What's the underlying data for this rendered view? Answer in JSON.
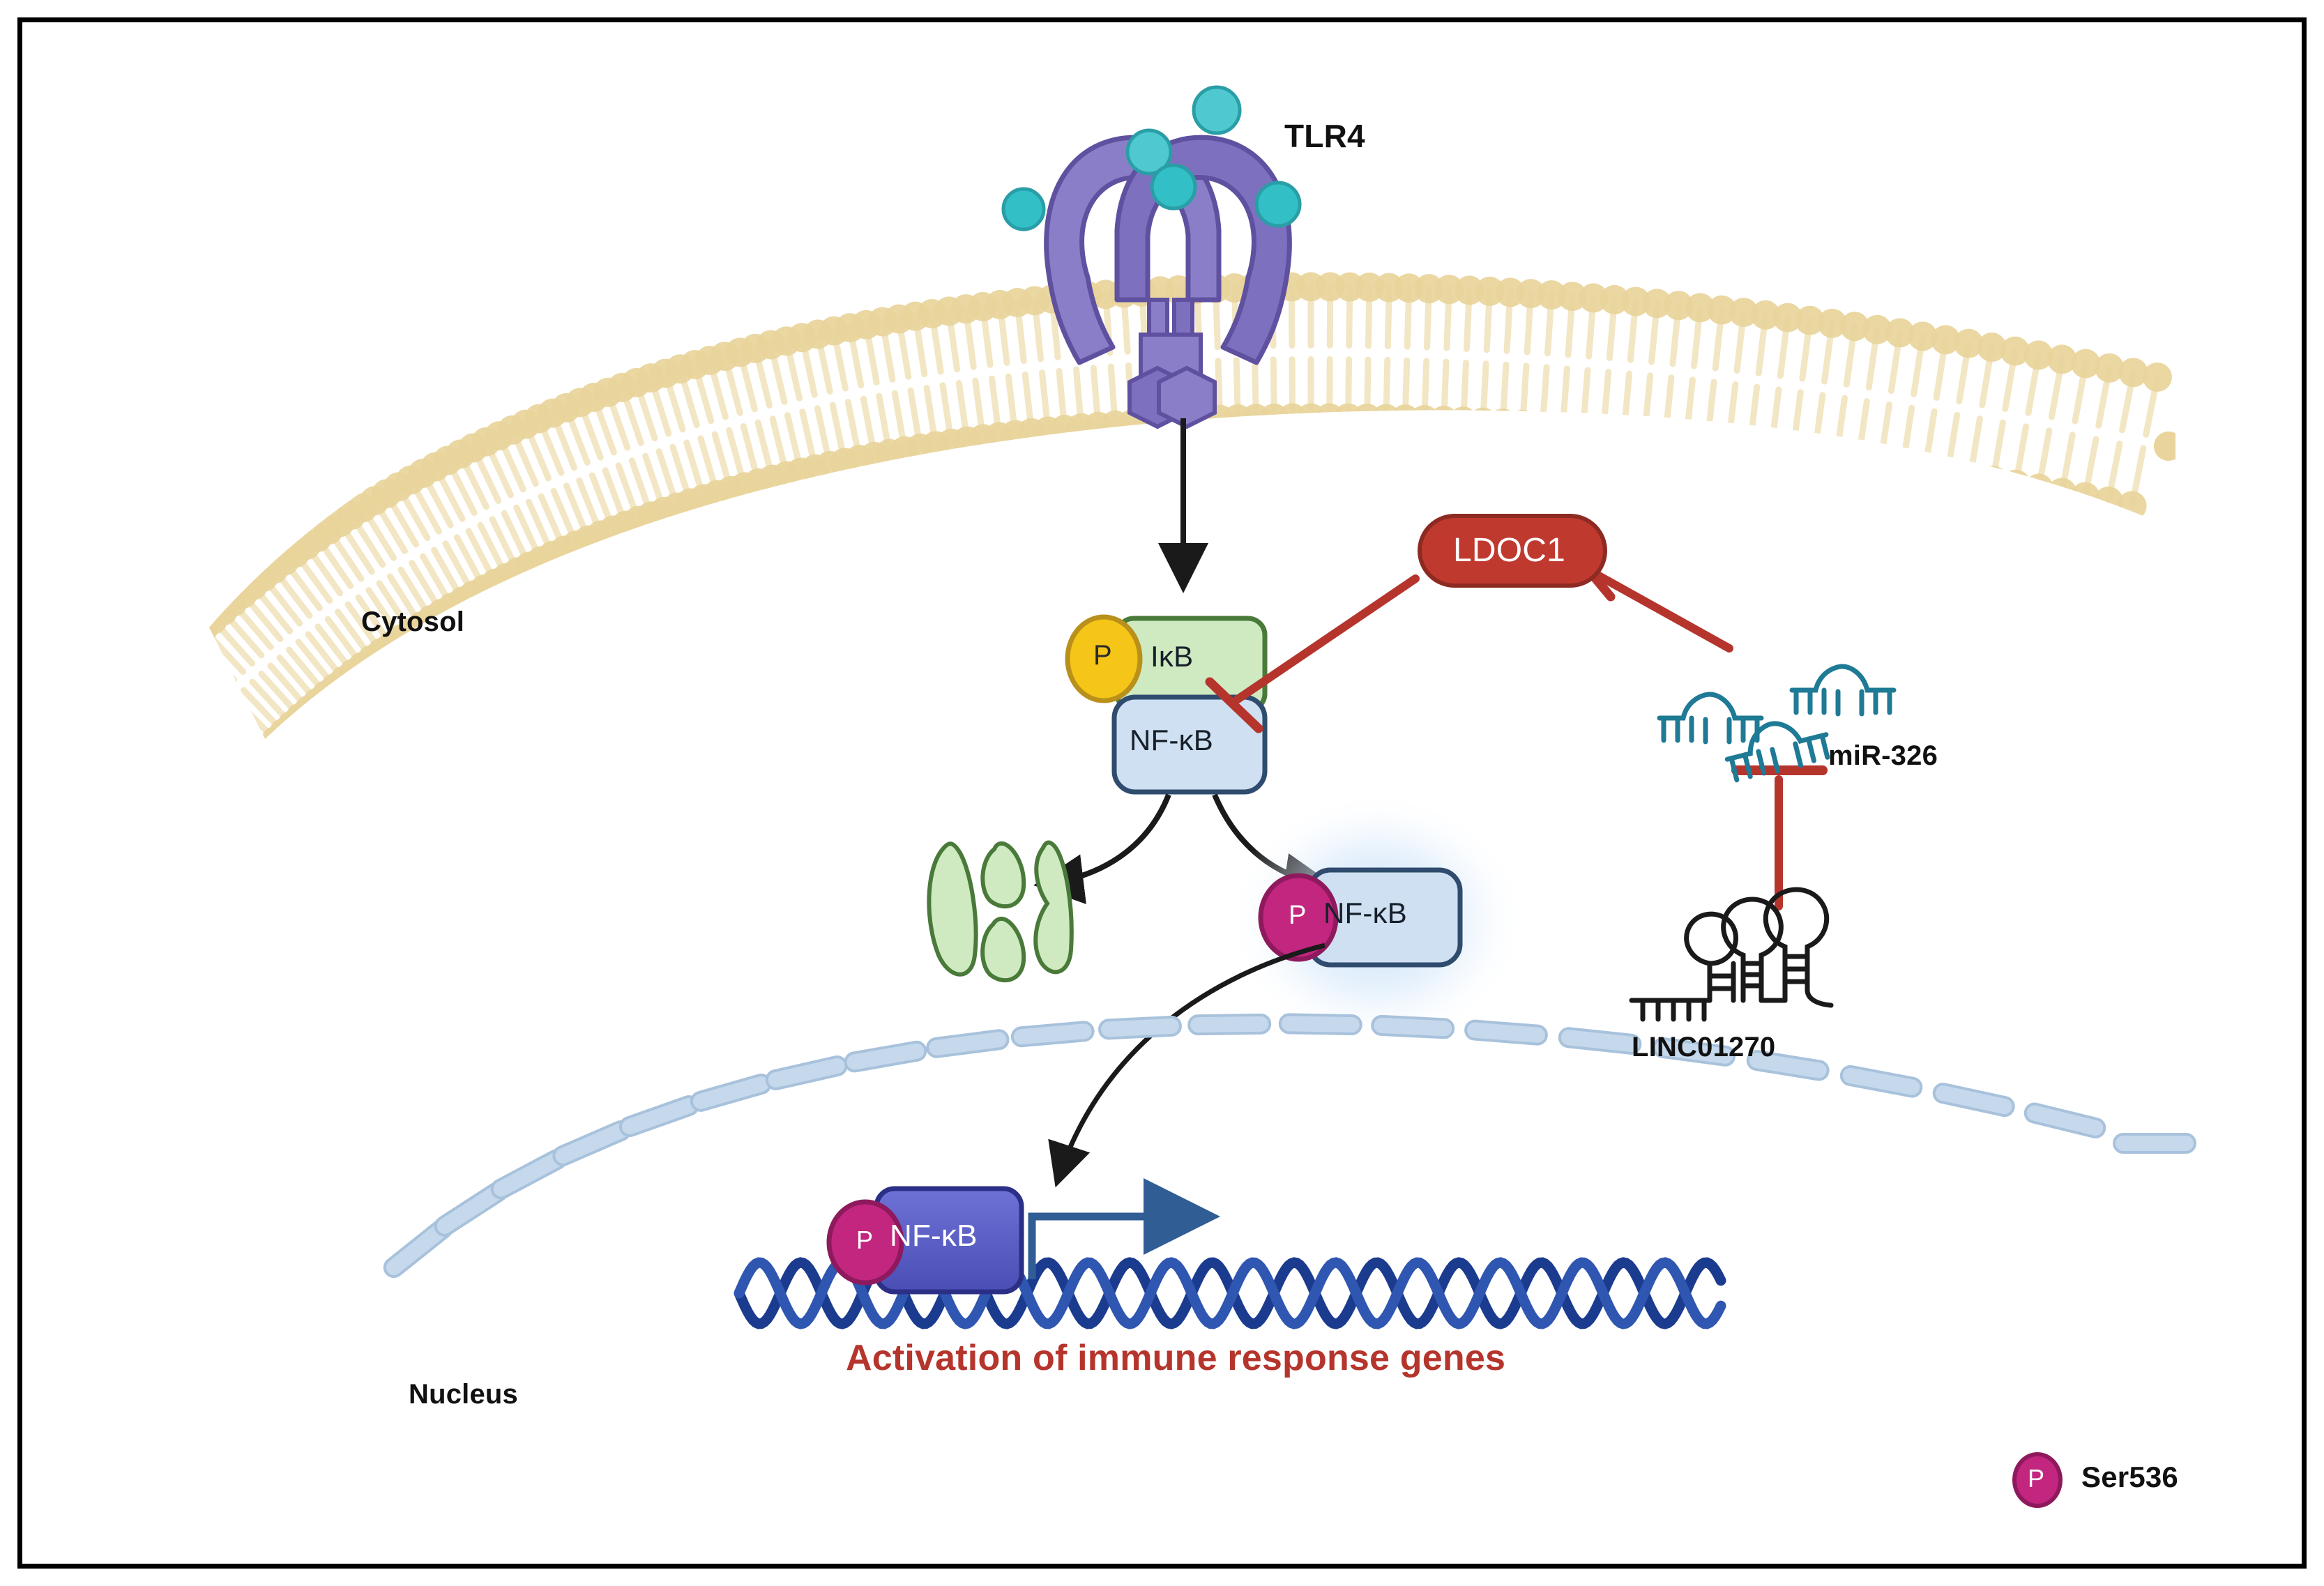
{
  "diagram": {
    "title": "TLR4 / NF-kB signalling with LDOC1, miR-326 and LINC01270",
    "compartments": {
      "cytosol_label": "Cytosol",
      "nucleus_label": "Nucleus"
    },
    "nodes": {
      "tlr4": "TLR4",
      "ikb": "IκB",
      "nfkb_cyto": "NF-κB",
      "nfkb_active": "NF-κB",
      "nfkb_nuclear": "NF-κB",
      "ldoc1": "LDOC1",
      "mir326": "miR-326",
      "linc01270": "LINC01270",
      "phospho_yellow": "P",
      "phospho_magenta_cyto": "P",
      "phospho_magenta_nuc": "P"
    },
    "outcome_text": "Activation of immune response genes",
    "legend": {
      "symbol": "P",
      "label": "Ser536"
    },
    "colors": {
      "ldoc1_fill": "#c0392f",
      "ldoc1_stroke": "#8d2a22",
      "ldoc1_text": "#ffffff",
      "ikb_fill": "#cfeac1",
      "ikb_stroke": "#4a7a3a",
      "nfkb_fill": "#cfe0f2",
      "nfkb_stroke": "#2f4b6e",
      "nfkb_nuclear_fill": "#5b5fc7",
      "nfkb_nuclear_stroke": "#2b2f86",
      "phospho_yellow": "#f5c518",
      "phospho_yellow_stroke": "#b8901a",
      "phospho_magenta": "#c2267f",
      "phospho_magenta_stroke": "#8e1a5d",
      "tlr4_purple": "#8b7ec8",
      "tlr4_purple_dark": "#6e5fae",
      "ligand_teal": "#4fc9cf",
      "ligand_teal_stroke": "#2a9ea6",
      "membrane_head": "#e8d49a",
      "membrane_tail": "#f2e6c4",
      "nuclear_envelope": "#c6d9ec",
      "nuclear_envelope_stroke": "#a8c2dc",
      "dna_helix": "#1b3b8f",
      "dna_helix_light": "#2f56b0",
      "transcription_arrow": "#2f5d94",
      "inhibition_red": "#b5352d",
      "mirna_teal": "#1f7a96",
      "lncrna_black": "#1a1a1a",
      "outcome_text": "#b5352d",
      "arrow_black": "#1a1a1a",
      "glow_blue": "#bcd8f5",
      "frame": "#000000"
    },
    "edges": [
      {
        "from": "TLR4",
        "to": "IκB/NF-κB",
        "type": "activation"
      },
      {
        "from": "IκB/NF-κB",
        "to": "degraded IκB",
        "type": "activation"
      },
      {
        "from": "IκB/NF-κB",
        "to": "NF-κB (P)",
        "type": "activation"
      },
      {
        "from": "NF-κB (P)",
        "to": "Nucleus",
        "type": "translocation"
      },
      {
        "from": "LDOC1",
        "to": "IκB/NF-κB",
        "type": "inhibition"
      },
      {
        "from": "miR-326",
        "to": "LDOC1",
        "type": "inhibition"
      },
      {
        "from": "LINC01270",
        "to": "miR-326",
        "type": "inhibition"
      },
      {
        "from": "NF-κB (nuclear)",
        "to": "immune response genes",
        "type": "transcription"
      }
    ]
  }
}
